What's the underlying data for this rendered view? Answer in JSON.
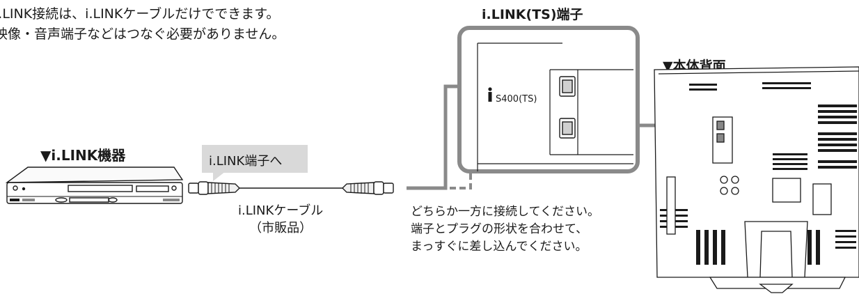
{
  "intro": {
    "line1": "i.LINK接続は、i.LINKケーブルだけでできます。",
    "line2": "映像・音声端子などはつなぐ必要がありません。"
  },
  "labels": {
    "device": "▼i.LINK機器",
    "terminal_bubble": "i.LINK端子へ",
    "cable_line1": "i.LINKケーブル",
    "cable_line2": "（市販品）",
    "ts_terminal": "i.LINK(TS)端子",
    "port_label": "S400(TS)",
    "back_panel": "▼本体背面"
  },
  "note": {
    "line1": "どちらか一方に接続してください。",
    "line2": "端子とプラグの形状を合わせて、",
    "line3": "まっすぐに差し込んでください。"
  },
  "colors": {
    "connector_line": "#8a8a8a",
    "bubble": "#d9d9d9",
    "outline": "#1a1a1a"
  },
  "icons": [
    "recorder-icon",
    "ilink-cable-icon",
    "ilink-port-icon",
    "tv-back-icon",
    "i-logo-icon"
  ]
}
